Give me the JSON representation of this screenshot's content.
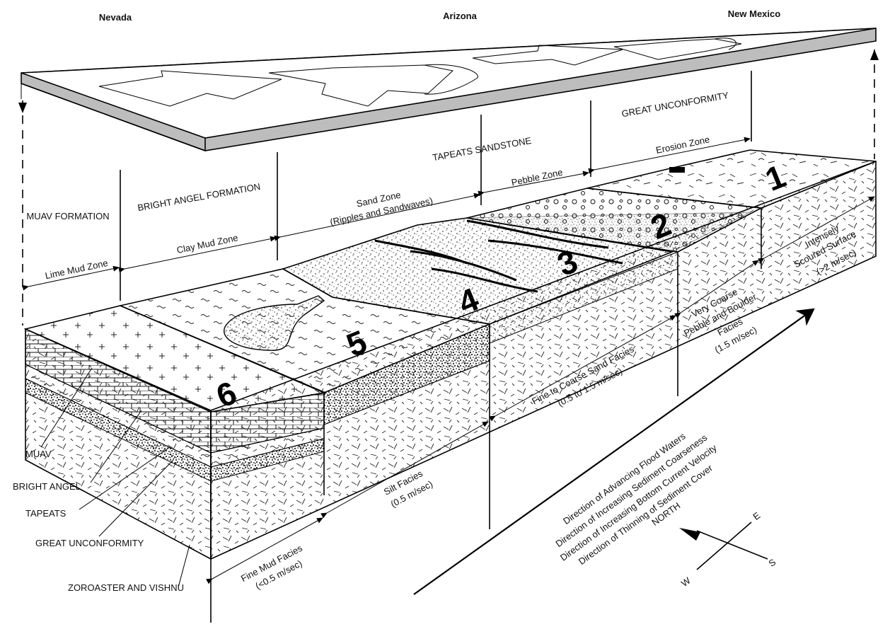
{
  "states": {
    "nevada": "Nevada",
    "arizona": "Arizona",
    "new_mexico": "New Mexico"
  },
  "formations": {
    "muav": "MUAV FORMATION",
    "bright_angel": "BRIGHT ANGEL FORMATION",
    "tapeats": "TAPEATS SANDSTONE",
    "great_unconformity": "GREAT UNCONFORMITY"
  },
  "zones": {
    "lime_mud": "Lime Mud Zone",
    "clay_mud": "Clay Mud Zone",
    "sand_line1": "Sand Zone",
    "sand_line2": "(Ripples and Sandwaves)",
    "pebble": "Pebble Zone",
    "erosion": "Erosion Zone"
  },
  "block_numbers": [
    "1",
    "2",
    "3",
    "4",
    "5",
    "6"
  ],
  "facies": {
    "fine_mud_1": "Fine Mud Facies",
    "fine_mud_2": "(<0.5 m/sec)",
    "silt_1": "Silt Facies",
    "silt_2": "(0.5 m/sec)",
    "sand_1": "Fine to Coarse Sand Facies",
    "sand_2": "(0.5 to 1.5 m/sec)",
    "pebble_1": "Very Coarse",
    "pebble_2": "Pebble and Boulder",
    "pebble_3": "Facies",
    "pebble_4": "(1.5 m/sec)",
    "scoured_1": "Intensely",
    "scoured_2": "Scoured Surface",
    "scoured_3": "(>2 m/sec)"
  },
  "layers": {
    "muav": "MUAV",
    "bright_angel": "BRIGHT ANGEL",
    "tapeats": "TAPEATS",
    "great_unconformity": "GREAT UNCONFORMITY",
    "zoroaster": "ZOROASTER AND VISHNU"
  },
  "directions": [
    "Direction of Advancing Flood Waters",
    "Direction of Increasing Sediment Coarseness",
    "Direction of Increasing Bottom Current Velocity",
    "Direction of Thinning of Sediment Cover"
  ],
  "compass": {
    "north": "NORTH",
    "e": "E",
    "s": "S",
    "w": "W"
  }
}
